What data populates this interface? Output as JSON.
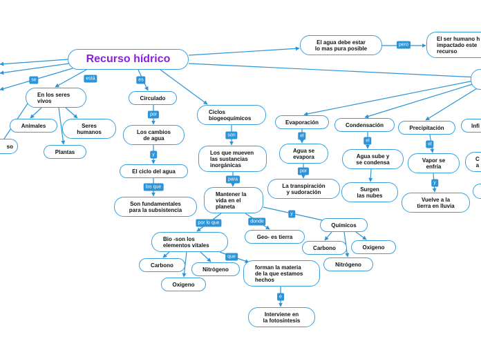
{
  "root": {
    "title": "Recurso hídrico"
  },
  "colors": {
    "root_text": "#8b1fd6",
    "node_border": "#3aa0dc",
    "edge": "#2b93d6",
    "label_bg": "#2b93d6"
  },
  "nodes": {
    "agua_pura": "El agua debe estar\nlo mas pura posible",
    "ser_humano": "El ser humano h\nimpactado este\nrecurso",
    "seres_vivos": "En los seres\nvivos",
    "animales": "Animales",
    "seres_humanos": "Seres\nhumanos",
    "plantas": "Plantas",
    "so": "so",
    "circulado": "Circulado",
    "cambios_agua": "Los cambios\nde agua",
    "ciclo_agua": "El ciclo del agua",
    "fundamentales": "Son fundamentales\npara la subsistencia",
    "ciclos_bio": "Ciclos\nbiogeoquímicos",
    "mueven": "Los que mueven\nlas sustancias\ninorgánicas",
    "mantener": "Mantener la\nvida en el\nplaneta",
    "bio_vitales": "Bio -son los\nelementos vitales",
    "carbono1": "Carbono",
    "nitrogeno1": "Nitrógeno",
    "oxigeno1": "Oxigeno",
    "forman": "forman la materia\nde la que estamos\nhechos",
    "fotosintesis": "Interviene en\nla fotosíntesis",
    "geo": "Geo- es tierra",
    "quimicos": "Químicos",
    "carbono2": "Carbono",
    "oxigeno2": "Oxigeno",
    "nitrogeno2": "Nitrógeno",
    "evaporacion": "Evaporación",
    "agua_evapora": "Agua se\nevapora",
    "transpiracion": "La transpiración\ny sudoración",
    "condensacion": "Condensación",
    "agua_condensa": "Agua sube y\nse condensa",
    "surgen_nubes": "Surgen\nlas nubes",
    "precipitacion": "Precipitación",
    "vapor_enfria": "Vapor se\nenfría",
    "vuelve_tierra": "Vuelve a la\ntierra en lluvia",
    "inf": "Infi",
    "partial_a": "C\na",
    "partial_b": "",
    "partial_right": ""
  },
  "labels": {
    "pero": "pero",
    "se": "se",
    "esta": "está",
    "es": "es",
    "por": "por",
    "y1": "y",
    "los_que": "los que",
    "son": "son",
    "para": "para",
    "por_lo_que": "por lo que",
    "donde": "donde",
    "y2": "y",
    "que": "que",
    "e": "e",
    "el1": "el",
    "por2": "por",
    "el2": "el",
    "el3": "el",
    "y3": "y"
  }
}
